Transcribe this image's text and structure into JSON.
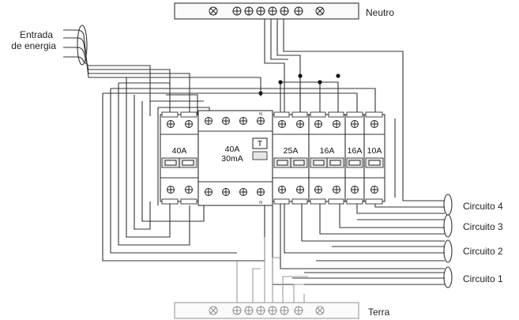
{
  "labels": {
    "neutro": "Neutro",
    "terra": "Terra",
    "entrada_line1": "Entrada",
    "entrada_line2": "de energia",
    "circuito4": "Circuito 4",
    "circuito3": "Circuito 3",
    "circuito2": "Circuito 2",
    "circuito1": "Circuito 1"
  },
  "devices": {
    "main_breaker": "40A",
    "rcd_current": "40A",
    "rcd_sensitivity": "30mA",
    "rcd_test": "T",
    "breaker_c1": "25A",
    "breaker_c2": "16A",
    "breaker_c3": "16A",
    "breaker_c4": "10A",
    "rcd_n_top": "N",
    "rcd_n_bottom": "N"
  }
}
